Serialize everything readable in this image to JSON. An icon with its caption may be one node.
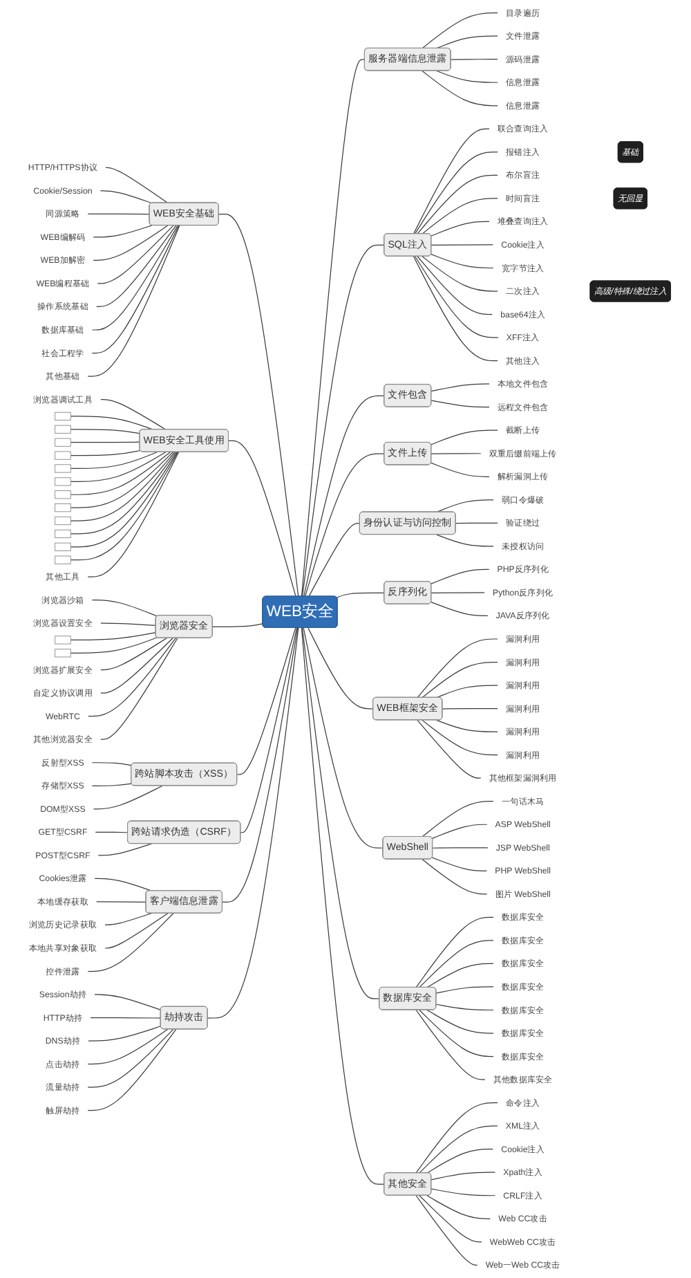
{
  "diagram": {
    "nodes": [
      {
        "text": [
          "WEB安全"
        ]
      },
      {
        "text": [
          "WEB安全基础"
        ]
      },
      {
        "text": [
          "HTTP/HTTPS协议"
        ]
      },
      {
        "text": [
          "Cookie/Session"
        ]
      },
      {
        "text": [
          "同源策略"
        ]
      },
      {
        "text": [
          "WEB编解码"
        ]
      },
      {
        "text": [
          "WEB加解密"
        ]
      },
      {
        "text": [
          "WEB编程基础"
        ]
      },
      {
        "text": [
          "操作系统基础"
        ]
      },
      {
        "text": [
          "数据库基础"
        ]
      },
      {
        "text": [
          "社会工程学"
        ]
      },
      {
        "text": [
          "其他基础"
        ]
      },
      {
        "text": [
          "WEB安全工具使用"
        ]
      },
      {
        "text": [
          "浏览器调试工具"
        ]
      },
      {
        "text": [],
        "shape": "box"
      },
      {
        "text": [],
        "shape": "box"
      },
      {
        "text": [],
        "shape": "box"
      },
      {
        "text": [],
        "shape": "box"
      },
      {
        "text": [],
        "shape": "box"
      },
      {
        "text": [],
        "shape": "box"
      },
      {
        "text": [],
        "shape": "box"
      },
      {
        "text": [],
        "shape": "box"
      },
      {
        "text": [],
        "shape": "box"
      },
      {
        "text": [],
        "shape": "box"
      },
      {
        "text": [],
        "shape": "box"
      },
      {
        "text": [],
        "shape": "box"
      },
      {
        "text": [
          "其他工具"
        ]
      },
      {
        "text": [
          "浏览器安全"
        ]
      },
      {
        "text": [
          "浏览器沙箱"
        ]
      },
      {
        "text": [
          "浏览器设置安全"
        ]
      },
      {
        "text": [],
        "shape": "box"
      },
      {
        "text": [],
        "shape": "box"
      },
      {
        "text": [
          "浏览器扩展安全"
        ]
      },
      {
        "text": [
          "自定义协议调用"
        ]
      },
      {
        "text": [
          "WebRTC"
        ]
      },
      {
        "text": [
          "其他浏览器安全"
        ]
      },
      {
        "text": [
          "跨站脚本攻击（XSS）"
        ]
      },
      {
        "text": [
          "反射型XSS"
        ]
      },
      {
        "text": [
          "存储型XSS"
        ]
      },
      {
        "text": [
          "DOM型XSS"
        ]
      },
      {
        "text": [
          "跨站请求伪造（CSRF）"
        ]
      },
      {
        "text": [
          "GET型CSRF"
        ]
      },
      {
        "text": [
          "POST型CSRF"
        ]
      },
      {
        "text": [
          "客户端信息泄露"
        ]
      },
      {
        "text": [
          "Cookies泄露"
        ]
      },
      {
        "text": [
          "本地缓存获取"
        ]
      },
      {
        "text": [
          "浏览历史记录获取"
        ]
      },
      {
        "text": [
          "本地共享对象获取"
        ]
      },
      {
        "text": [
          "控件泄露"
        ]
      },
      {
        "text": [
          "劫持攻击"
        ]
      },
      {
        "text": [
          "Session劫持"
        ]
      },
      {
        "text": [
          "HTTP劫持"
        ]
      },
      {
        "text": [
          "DNS劫持"
        ]
      },
      {
        "text": [
          "点击劫持"
        ]
      },
      {
        "text": [
          "流量劫持"
        ]
      },
      {
        "text": [
          "触屏劫持"
        ]
      },
      {
        "text": [
          "服务器端信息泄露"
        ]
      },
      {
        "text": [
          "目录遍历"
        ]
      },
      {
        "text": [
          "文件泄露"
        ]
      },
      {
        "text": [
          "源码泄露"
        ]
      },
      {
        "text": [
          "信息泄露"
        ]
      },
      {
        "text": [
          "信息泄露"
        ]
      },
      {
        "text": [
          "SQL注入"
        ]
      },
      {
        "text": [
          "联合查询注入"
        ]
      },
      {
        "text": [
          "报错注入"
        ]
      },
      {
        "text": [
          "布尔盲注"
        ]
      },
      {
        "text": [
          "时间盲注"
        ]
      },
      {
        "text": [
          "堆叠查询注入"
        ]
      },
      {
        "text": [
          "Cookie注入"
        ]
      },
      {
        "text": [
          "宽字节注入"
        ]
      },
      {
        "text": [
          "二次注入"
        ]
      },
      {
        "text": [
          "base64注入"
        ]
      },
      {
        "text": [
          "XFF注入"
        ]
      },
      {
        "text": [
          "其他注入"
        ]
      },
      {
        "text": [
          "基础"
        ]
      },
      {
        "text": [
          "无回显"
        ]
      },
      {
        "text": [
          "高级/特殊/绕过注入"
        ]
      },
      {
        "text": [
          "文件包含"
        ]
      },
      {
        "text": [
          "本地文件包含"
        ]
      },
      {
        "text": [
          "远程文件包含"
        ]
      },
      {
        "text": [
          "文件上传"
        ]
      },
      {
        "text": [
          "截断上传"
        ]
      },
      {
        "text": [
          "双重后缀前端上传"
        ]
      },
      {
        "text": [
          "解析漏洞上传"
        ]
      },
      {
        "text": [
          "身份认证与访问控制"
        ]
      },
      {
        "text": [
          "弱口令爆破"
        ]
      },
      {
        "text": [
          "验证绕过"
        ]
      },
      {
        "text": [
          "未授权访问"
        ]
      },
      {
        "text": [
          "反序列化"
        ]
      },
      {
        "text": [
          "PHP反序列化"
        ]
      },
      {
        "text": [
          "Python反序列化"
        ]
      },
      {
        "text": [
          "JAVA反序列化"
        ]
      },
      {
        "text": [
          "WEB框架安全"
        ]
      },
      {
        "text": [
          "漏洞利用"
        ]
      },
      {
        "text": [
          "漏洞利用"
        ]
      },
      {
        "text": [
          "漏洞利用"
        ]
      },
      {
        "text": [
          "漏洞利用"
        ]
      },
      {
        "text": [
          "漏洞利用"
        ]
      },
      {
        "text": [
          "漏洞利用"
        ]
      },
      {
        "text": [
          "其他框架漏洞利用"
        ]
      },
      {
        "text": [
          "WebShell"
        ]
      },
      {
        "text": [
          "一句话木马"
        ]
      },
      {
        "text": [
          "ASP WebShell"
        ]
      },
      {
        "text": [
          "JSP WebShell"
        ]
      },
      {
        "text": [
          "PHP WebShell"
        ]
      },
      {
        "text": [
          "图片 WebShell"
        ]
      },
      {
        "text": [
          "数据库安全"
        ]
      },
      {
        "text": [
          "数据库安全"
        ]
      },
      {
        "text": [
          "数据库安全"
        ]
      },
      {
        "text": [
          "数据库安全"
        ]
      },
      {
        "text": [
          "数据库安全"
        ]
      },
      {
        "text": [
          "数据库安全"
        ]
      },
      {
        "text": [
          "数据库安全"
        ]
      },
      {
        "text": [
          "数据库安全"
        ]
      },
      {
        "text": [
          "其他数据库安全"
        ]
      },
      {
        "text": [
          "其他安全"
        ]
      },
      {
        "text": [
          "命令注入"
        ]
      },
      {
        "text": [
          "XML注入"
        ]
      },
      {
        "text": [
          "Cookie注入"
        ]
      },
      {
        "text": [
          "Xpath注入"
        ]
      },
      {
        "text": [
          "CRLF注入"
        ]
      },
      {
        "text": [
          "Web CC攻击"
        ]
      },
      {
        "text": [
          "WebWeb CC攻击"
        ]
      },
      {
        "text": [
          "Web一Web CC攻击"
        ]
      }
    ],
    "edges": [
      {
        "from": 0,
        "to": 1,
        "arrow": "none"
      },
      {
        "from": 1,
        "to": 2,
        "arrow": "none"
      },
      {
        "from": 1,
        "to": 3,
        "arrow": "none"
      },
      {
        "from": 1,
        "to": 4,
        "arrow": "none"
      },
      {
        "from": 1,
        "to": 5,
        "arrow": "none"
      },
      {
        "from": 1,
        "to": 6,
        "arrow": "none"
      },
      {
        "from": 1,
        "to": 7,
        "arrow": "none"
      },
      {
        "from": 1,
        "to": 8,
        "arrow": "none"
      },
      {
        "from": 1,
        "to": 9,
        "arrow": "none"
      },
      {
        "from": 1,
        "to": 10,
        "arrow": "none"
      },
      {
        "from": 1,
        "to": 11,
        "arrow": "none"
      },
      {
        "from": 0,
        "to": 12,
        "arrow": "none"
      },
      {
        "from": 12,
        "to": 13,
        "arrow": "none"
      },
      {
        "from": 12,
        "to": 14,
        "arrow": "none"
      },
      {
        "from": 12,
        "to": 15,
        "arrow": "none"
      },
      {
        "from": 12,
        "to": 16,
        "arrow": "none"
      },
      {
        "from": 12,
        "to": 17,
        "arrow": "none"
      },
      {
        "from": 12,
        "to": 18,
        "arrow": "none"
      },
      {
        "from": 12,
        "to": 19,
        "arrow": "none"
      },
      {
        "from": 12,
        "to": 20,
        "arrow": "none"
      },
      {
        "from": 12,
        "to": 21,
        "arrow": "none"
      },
      {
        "from": 12,
        "to": 22,
        "arrow": "none"
      },
      {
        "from": 12,
        "to": 23,
        "arrow": "none"
      },
      {
        "from": 12,
        "to": 24,
        "arrow": "none"
      },
      {
        "from": 12,
        "to": 25,
        "arrow": "none"
      },
      {
        "from": 12,
        "to": 26,
        "arrow": "none"
      },
      {
        "from": 0,
        "to": 27,
        "arrow": "none"
      },
      {
        "from": 27,
        "to": 28,
        "arrow": "none"
      },
      {
        "from": 27,
        "to": 29,
        "arrow": "none"
      },
      {
        "from": 27,
        "to": 30,
        "arrow": "none"
      },
      {
        "from": 27,
        "to": 31,
        "arrow": "none"
      },
      {
        "from": 27,
        "to": 32,
        "arrow": "none"
      },
      {
        "from": 27,
        "to": 33,
        "arrow": "none"
      },
      {
        "from": 27,
        "to": 34,
        "arrow": "none"
      },
      {
        "from": 27,
        "to": 35,
        "arrow": "none"
      },
      {
        "from": 0,
        "to": 36,
        "arrow": "none"
      },
      {
        "from": 36,
        "to": 37,
        "arrow": "none"
      },
      {
        "from": 36,
        "to": 38,
        "arrow": "none"
      },
      {
        "from": 36,
        "to": 39,
        "arrow": "none"
      },
      {
        "from": 0,
        "to": 40,
        "arrow": "none"
      },
      {
        "from": 40,
        "to": 41,
        "arrow": "none"
      },
      {
        "from": 40,
        "to": 42,
        "arrow": "none"
      },
      {
        "from": 0,
        "to": 43,
        "arrow": "none"
      },
      {
        "from": 43,
        "to": 44,
        "arrow": "none"
      },
      {
        "from": 43,
        "to": 45,
        "arrow": "none"
      },
      {
        "from": 43,
        "to": 46,
        "arrow": "none"
      },
      {
        "from": 43,
        "to": 47,
        "arrow": "none"
      },
      {
        "from": 43,
        "to": 48,
        "arrow": "none"
      },
      {
        "from": 0,
        "to": 49,
        "arrow": "none"
      },
      {
        "from": 49,
        "to": 50,
        "arrow": "none"
      },
      {
        "from": 49,
        "to": 51,
        "arrow": "none"
      },
      {
        "from": 49,
        "to": 52,
        "arrow": "none"
      },
      {
        "from": 49,
        "to": 53,
        "arrow": "none"
      },
      {
        "from": 49,
        "to": 54,
        "arrow": "none"
      },
      {
        "from": 49,
        "to": 55,
        "arrow": "none"
      },
      {
        "from": 0,
        "to": 56,
        "arrow": "none"
      },
      {
        "from": 56,
        "to": 57,
        "arrow": "none"
      },
      {
        "from": 56,
        "to": 58,
        "arrow": "none"
      },
      {
        "from": 56,
        "to": 59,
        "arrow": "none"
      },
      {
        "from": 56,
        "to": 60,
        "arrow": "none"
      },
      {
        "from": 56,
        "to": 61,
        "arrow": "none"
      },
      {
        "from": 0,
        "to": 62,
        "arrow": "none"
      },
      {
        "from": 62,
        "to": 63,
        "arrow": "none"
      },
      {
        "from": 62,
        "to": 64,
        "arrow": "none"
      },
      {
        "from": 62,
        "to": 65,
        "arrow": "none"
      },
      {
        "from": 62,
        "to": 66,
        "arrow": "none"
      },
      {
        "from": 62,
        "to": 67,
        "arrow": "none"
      },
      {
        "from": 62,
        "to": 68,
        "arrow": "none"
      },
      {
        "from": 62,
        "to": 69,
        "arrow": "none"
      },
      {
        "from": 62,
        "to": 70,
        "arrow": "none"
      },
      {
        "from": 62,
        "to": 71,
        "arrow": "none"
      },
      {
        "from": 62,
        "to": 72,
        "arrow": "none"
      },
      {
        "from": 62,
        "to": 73,
        "arrow": "none"
      },
      {
        "from": 0,
        "to": 77,
        "arrow": "none"
      },
      {
        "from": 77,
        "to": 78,
        "arrow": "none"
      },
      {
        "from": 77,
        "to": 79,
        "arrow": "none"
      },
      {
        "from": 0,
        "to": 80,
        "arrow": "none"
      },
      {
        "from": 80,
        "to": 81,
        "arrow": "none"
      },
      {
        "from": 80,
        "to": 82,
        "arrow": "none"
      },
      {
        "from": 80,
        "to": 83,
        "arrow": "none"
      },
      {
        "from": 0,
        "to": 84,
        "arrow": "none"
      },
      {
        "from": 84,
        "to": 85,
        "arrow": "none"
      },
      {
        "from": 84,
        "to": 86,
        "arrow": "none"
      },
      {
        "from": 84,
        "to": 87,
        "arrow": "none"
      },
      {
        "from": 0,
        "to": 88,
        "arrow": "none"
      },
      {
        "from": 88,
        "to": 89,
        "arrow": "none"
      },
      {
        "from": 88,
        "to": 90,
        "arrow": "none"
      },
      {
        "from": 88,
        "to": 91,
        "arrow": "none"
      },
      {
        "from": 0,
        "to": 92,
        "arrow": "none"
      },
      {
        "from": 92,
        "to": 93,
        "arrow": "none"
      },
      {
        "from": 92,
        "to": 94,
        "arrow": "none"
      },
      {
        "from": 92,
        "to": 95,
        "arrow": "none"
      },
      {
        "from": 92,
        "to": 96,
        "arrow": "none"
      },
      {
        "from": 92,
        "to": 97,
        "arrow": "none"
      },
      {
        "from": 92,
        "to": 98,
        "arrow": "none"
      },
      {
        "from": 92,
        "to": 99,
        "arrow": "none"
      },
      {
        "from": 0,
        "to": 100,
        "arrow": "none"
      },
      {
        "from": 100,
        "to": 101,
        "arrow": "none"
      },
      {
        "from": 100,
        "to": 102,
        "arrow": "none"
      },
      {
        "from": 100,
        "to": 103,
        "arrow": "none"
      },
      {
        "from": 100,
        "to": 104,
        "arrow": "none"
      },
      {
        "from": 100,
        "to": 105,
        "arrow": "none"
      },
      {
        "from": 0,
        "to": 106,
        "arrow": "none"
      },
      {
        "from": 106,
        "to": 107,
        "arrow": "none"
      },
      {
        "from": 106,
        "to": 108,
        "arrow": "none"
      },
      {
        "from": 106,
        "to": 109,
        "arrow": "none"
      },
      {
        "from": 106,
        "to": 110,
        "arrow": "none"
      },
      {
        "from": 106,
        "to": 111,
        "arrow": "none"
      },
      {
        "from": 106,
        "to": 112,
        "arrow": "none"
      },
      {
        "from": 106,
        "to": 113,
        "arrow": "none"
      },
      {
        "from": 106,
        "to": 114,
        "arrow": "none"
      },
      {
        "from": 0,
        "to": 115,
        "arrow": "none"
      },
      {
        "from": 115,
        "to": 116,
        "arrow": "none"
      },
      {
        "from": 115,
        "to": 117,
        "arrow": "none"
      },
      {
        "from": 115,
        "to": 118,
        "arrow": "none"
      },
      {
        "from": 115,
        "to": 119,
        "arrow": "none"
      },
      {
        "from": 115,
        "to": 120,
        "arrow": "none"
      },
      {
        "from": 115,
        "to": 121,
        "arrow": "none"
      },
      {
        "from": 115,
        "to": 122,
        "arrow": "none"
      },
      {
        "from": 115,
        "to": 123,
        "arrow": "none"
      }
    ]
  }
}
